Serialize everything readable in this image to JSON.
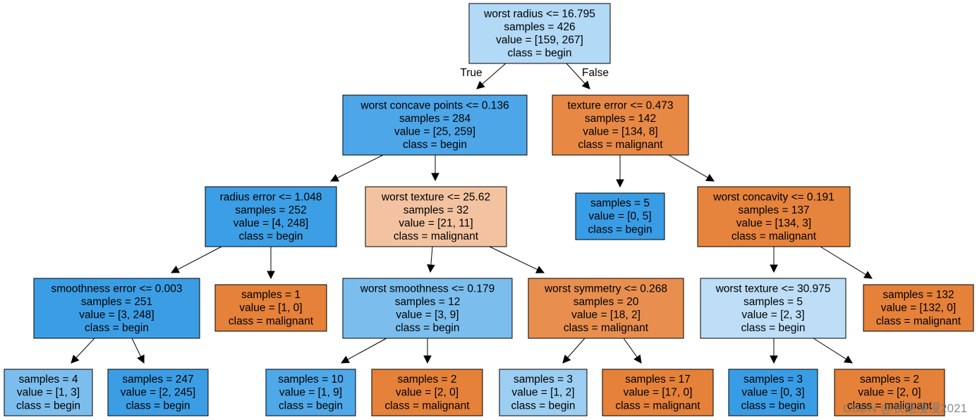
{
  "tree": {
    "nodes": [
      {
        "id": "n0",
        "lines": [
          "worst radius <= 16.795",
          "samples = 426",
          "value = [159, 267]",
          "class = begin"
        ],
        "fill": "#b2d9f5"
      },
      {
        "id": "n1",
        "lines": [
          "worst concave points <= 0.136",
          "samples = 284",
          "value = [25, 259]",
          "class = begin"
        ],
        "fill": "#4ca6e8"
      },
      {
        "id": "n2",
        "lines": [
          "texture error <= 0.473",
          "samples = 142",
          "value = [134, 8]",
          "class = malignant"
        ],
        "fill": "#e78945"
      },
      {
        "id": "n3",
        "lines": [
          "radius error <= 1.048",
          "samples = 252",
          "value = [4, 248]",
          "class = begin"
        ],
        "fill": "#3c9fe5"
      },
      {
        "id": "n4",
        "lines": [
          "worst texture <= 25.62",
          "samples = 32",
          "value = [21, 11]",
          "class = malignant"
        ],
        "fill": "#f3c3a1"
      },
      {
        "id": "n5",
        "lines": [
          "samples = 5",
          "value = [0, 5]",
          "class = begin"
        ],
        "fill": "#399de5"
      },
      {
        "id": "n6",
        "lines": [
          "worst concavity <= 0.191",
          "samples = 137",
          "value = [134, 3]",
          "class = malignant"
        ],
        "fill": "#e6843d"
      },
      {
        "id": "n7",
        "lines": [
          "smoothness error <= 0.003",
          "samples = 251",
          "value = [3, 248]",
          "class = begin"
        ],
        "fill": "#3b9ee5"
      },
      {
        "id": "n8",
        "lines": [
          "samples = 1",
          "value = [1, 0]",
          "class = malignant"
        ],
        "fill": "#e58139"
      },
      {
        "id": "n9",
        "lines": [
          "worst smoothness <= 0.179",
          "samples = 12",
          "value = [3, 9]",
          "class = begin"
        ],
        "fill": "#7bbeee"
      },
      {
        "id": "n10",
        "lines": [
          "worst symmetry <= 0.268",
          "samples = 20",
          "value = [18, 2]",
          "class = malignant"
        ],
        "fill": "#e88f4f"
      },
      {
        "id": "n11",
        "lines": [
          "worst texture <= 30.975",
          "samples = 5",
          "value = [2, 3]",
          "class = begin"
        ],
        "fill": "#bddef6"
      },
      {
        "id": "n12",
        "lines": [
          "samples = 132",
          "value = [132, 0]",
          "class = malignant"
        ],
        "fill": "#e58139"
      },
      {
        "id": "n13",
        "lines": [
          "samples = 4",
          "value = [1, 3]",
          "class = begin"
        ],
        "fill": "#7bbeee"
      },
      {
        "id": "n14",
        "lines": [
          "samples = 247",
          "value = [2, 245]",
          "class = begin"
        ],
        "fill": "#3b9ee5"
      },
      {
        "id": "n15",
        "lines": [
          "samples = 10",
          "value = [1, 9]",
          "class = begin"
        ],
        "fill": "#4fa8e8"
      },
      {
        "id": "n16",
        "lines": [
          "samples = 2",
          "value = [2, 0]",
          "class = malignant"
        ],
        "fill": "#e58139"
      },
      {
        "id": "n17",
        "lines": [
          "samples = 3",
          "value = [1, 2]",
          "class = begin"
        ],
        "fill": "#9ccef2"
      },
      {
        "id": "n18",
        "lines": [
          "samples = 17",
          "value = [17, 0]",
          "class = malignant"
        ],
        "fill": "#e58139"
      },
      {
        "id": "n19",
        "lines": [
          "samples = 3",
          "value = [0, 3]",
          "class = begin"
        ],
        "fill": "#399de5"
      },
      {
        "id": "n20",
        "lines": [
          "samples = 2",
          "value = [2, 0]",
          "class = malignant"
        ],
        "fill": "#e58139"
      }
    ],
    "edges": [
      {
        "from": "n0",
        "to": "n1",
        "label": "True"
      },
      {
        "from": "n0",
        "to": "n2",
        "label": "False"
      },
      {
        "from": "n1",
        "to": "n3",
        "label": ""
      },
      {
        "from": "n1",
        "to": "n4",
        "label": ""
      },
      {
        "from": "n2",
        "to": "n5",
        "label": ""
      },
      {
        "from": "n2",
        "to": "n6",
        "label": ""
      },
      {
        "from": "n3",
        "to": "n7",
        "label": ""
      },
      {
        "from": "n3",
        "to": "n8",
        "label": ""
      },
      {
        "from": "n4",
        "to": "n9",
        "label": ""
      },
      {
        "from": "n4",
        "to": "n10",
        "label": ""
      },
      {
        "from": "n6",
        "to": "n11",
        "label": ""
      },
      {
        "from": "n6",
        "to": "n12",
        "label": ""
      },
      {
        "from": "n7",
        "to": "n13",
        "label": ""
      },
      {
        "from": "n7",
        "to": "n14",
        "label": ""
      },
      {
        "from": "n9",
        "to": "n15",
        "label": ""
      },
      {
        "from": "n9",
        "to": "n16",
        "label": ""
      },
      {
        "from": "n10",
        "to": "n17",
        "label": ""
      },
      {
        "from": "n10",
        "to": "n18",
        "label": ""
      },
      {
        "from": "n11",
        "to": "n19",
        "label": ""
      },
      {
        "from": "n11",
        "to": "n20",
        "label": ""
      }
    ]
  },
  "watermark": "CSDN @长路漫漫2021"
}
